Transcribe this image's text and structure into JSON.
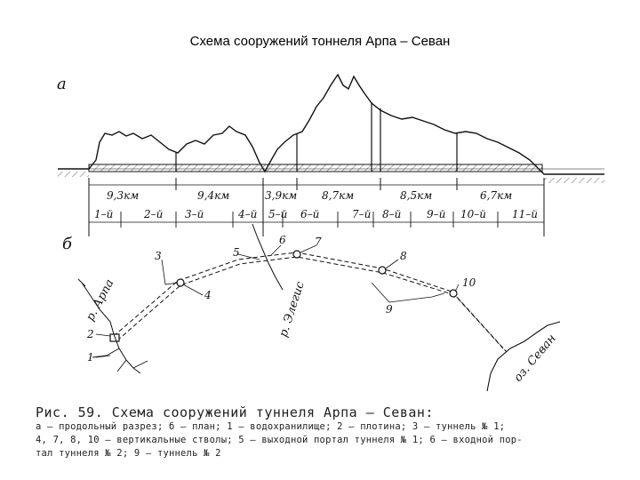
{
  "slide": {
    "title": "Схема сооружений тоннеля Арпа – Севан"
  },
  "panel_a": {
    "letter": "а",
    "distances": [
      "9,3км",
      "9,4км",
      "3,9км",
      "8,7км",
      "8,5км",
      "6,7км"
    ],
    "segments": [
      "1–й",
      "2–й",
      "3–й",
      "4–й",
      "5–й",
      "6–й",
      "7–й",
      "8–й",
      "9–й",
      "10–й",
      "11–й"
    ]
  },
  "panel_b": {
    "letter": "б",
    "shafts": [
      "1",
      "2",
      "3",
      "4",
      "5",
      "6",
      "7",
      "8",
      "9",
      "10"
    ],
    "rivers": {
      "arpa": "р. Арпа",
      "elegis": "р. Элегис",
      "sevan": "оз. Севан"
    }
  },
  "caption": {
    "heading": "Рис. 59. Схема сооружений туннеля Арпа — Севан:",
    "line1": "а — продольный разрез; б — план; 1 — водохранилище; 2 — плотина; 3 — туннель № 1;",
    "line2": "4, 7, 8, 10 — вертикальные стволы; 5 — выходной портал туннеля № 1; 6 — входной пор-",
    "line3": "тал туннеля № 2; 9 — туннель № 2"
  }
}
